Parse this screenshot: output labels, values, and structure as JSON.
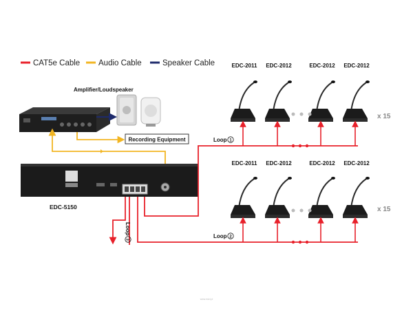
{
  "legend": {
    "items": [
      {
        "label": "CAT5e Cable",
        "color": "#e8202a"
      },
      {
        "label": "Audio Cable",
        "color": "#f2b521"
      },
      {
        "label": "Speaker Cable",
        "color": "#1d2a6b"
      }
    ]
  },
  "labels": {
    "amplifier": "Amplifier/Loudspeaker",
    "recording": "Recording Equipment",
    "main_unit": "EDC-5150",
    "multiplier_top": "x 15",
    "multiplier_bottom": "x 15",
    "loop1": "Loop",
    "loop1_num": "1",
    "loop2": "Loop",
    "loop2_num": "2",
    "loop3": "Loop",
    "loop3_num": "3",
    "watermark": "www.edzl.pl"
  },
  "rows": {
    "top": [
      "EDC-2011",
      "EDC-2012",
      "EDC-2012",
      "EDC-2012"
    ],
    "bottom": [
      "EDC-2011",
      "EDC-2012",
      "EDC-2012",
      "EDC-2012"
    ]
  },
  "colors": {
    "cat5e": "#e8202a",
    "audio": "#f2b521",
    "speaker": "#1d2a6b",
    "device_dark": "#1b1b1b",
    "mic_gray": "#2a2a2a"
  }
}
